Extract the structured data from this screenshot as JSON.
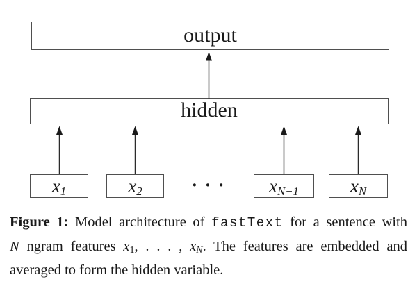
{
  "figure": {
    "colors": {
      "background": "#ffffff",
      "box_border": "#4f4f4f",
      "text": "#1a1a1a",
      "arrow": "#2b2b2b"
    },
    "output_label": "output",
    "hidden_label": "hidden",
    "inputs": [
      {
        "base": "x",
        "sub": "1"
      },
      {
        "base": "x",
        "sub": "2"
      },
      {
        "base": "x",
        "sub": "N−1"
      },
      {
        "base": "x",
        "sub": "N"
      }
    ],
    "ellipsis": "· · ·"
  },
  "caption": {
    "line1": {
      "label": "Figure 1:",
      "t1": " Model architecture of ",
      "code": "fastText",
      "t2": " for a sentence with"
    },
    "line2": {
      "n": "N",
      "t1": " ngram features ",
      "x1_base": "x",
      "x1_sub": "1",
      "dots": ", . . . , ",
      "xn_base": "x",
      "xn_sub": "N",
      "t2": ". The features are embedded and"
    },
    "line3": "averaged to form the hidden variable."
  }
}
